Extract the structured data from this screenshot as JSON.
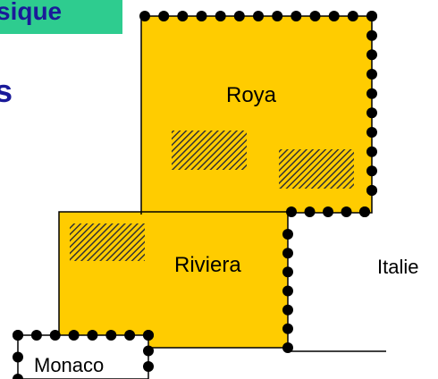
{
  "banner": {
    "text": "sique",
    "bg_color": "#2ecc8f",
    "text_color": "#1a1a99"
  },
  "heading": {
    "text": "s",
    "color": "#1a1a99"
  },
  "regions": {
    "roya": {
      "label": "Roya",
      "fill": "#ffcc00"
    },
    "riviera": {
      "label": "Riviera",
      "fill": "#ffcc00"
    },
    "monaco": {
      "label": "Monaco",
      "fill": "#ffffff"
    },
    "italie": {
      "label": "Italie"
    }
  },
  "hatch_color": "#333333",
  "dot_color": "#000000"
}
